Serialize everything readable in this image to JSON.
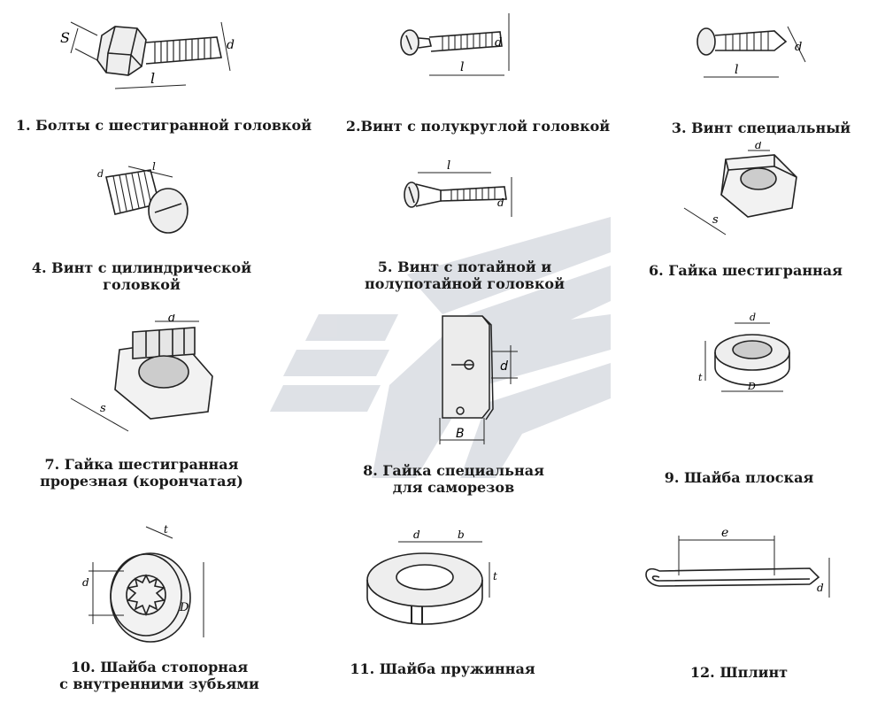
{
  "items": [
    {
      "lines": [
        "1. Болты с шестигранной головкой"
      ],
      "labels": [
        "S",
        "l",
        "d"
      ]
    },
    {
      "lines": [
        "2.Винт с полукруглой головкой"
      ],
      "labels": [
        "l",
        "d"
      ]
    },
    {
      "lines": [
        "3. Винт специальный"
      ],
      "labels": [
        "l",
        "d"
      ]
    },
    {
      "lines": [
        "4. Винт с цилиндрической",
        "головкой"
      ],
      "labels": [
        "d",
        "l"
      ]
    },
    {
      "lines": [
        "5. Винт с потайной и",
        "полупотайной головкой"
      ],
      "labels": [
        "l",
        "d"
      ]
    },
    {
      "lines": [
        "6. Гайка шестигранная"
      ],
      "labels": [
        "d",
        "s"
      ]
    },
    {
      "lines": [
        "7. Гайка шестигранная",
        "прорезная (корончатая)"
      ],
      "labels": [
        "d",
        "s"
      ]
    },
    {
      "lines": [
        "8. Гайка специальная",
        "для саморезов"
      ],
      "labels": [
        "d",
        "B"
      ]
    },
    {
      "lines": [
        "9. Шайба  плоская"
      ],
      "labels": [
        "d",
        "t",
        "D"
      ]
    },
    {
      "lines": [
        "10. Шайба  стопорная",
        "с внутренними зубьями"
      ],
      "labels": [
        "t",
        "d",
        "D"
      ]
    },
    {
      "lines": [
        "11. Шайба  пружинная"
      ],
      "labels": [
        "d",
        "b",
        "t"
      ]
    },
    {
      "lines": [
        "12. Шплинт"
      ],
      "labels": [
        "e",
        "d"
      ]
    }
  ]
}
